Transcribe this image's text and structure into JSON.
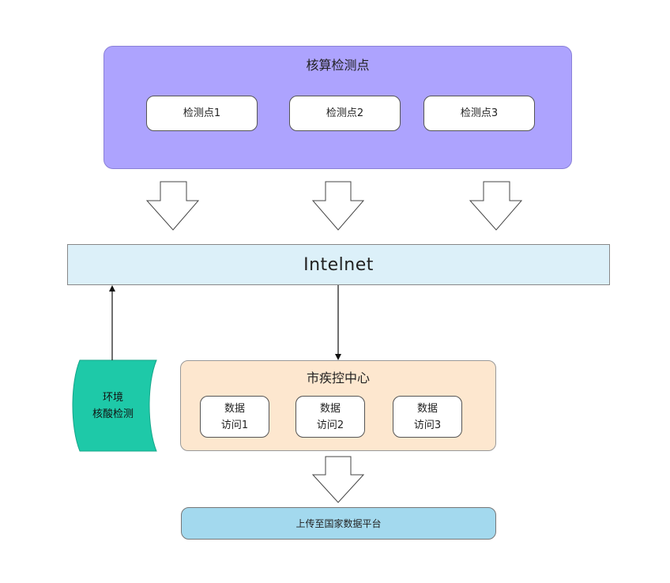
{
  "top_group": {
    "title": "核算检测点",
    "points": [
      {
        "label": "检测点1"
      },
      {
        "label": "检测点2"
      },
      {
        "label": "检测点3"
      }
    ]
  },
  "internet": {
    "label": "Intelnet"
  },
  "environment": {
    "line1": "环境",
    "line2": "核酸检测",
    "color": "#1ec9a8"
  },
  "cdc": {
    "title": "市疾控中心",
    "items": [
      {
        "line1": "数据",
        "line2": "访问1"
      },
      {
        "line1": "数据",
        "line2": "访问2"
      },
      {
        "line1": "数据",
        "line2": "访问3"
      }
    ]
  },
  "upload": {
    "label": "上传至国家数据平台"
  },
  "colors": {
    "top_group_fill": "#ada3fe",
    "internet_fill": "#dcf0f9",
    "cdc_fill": "#fde7cf",
    "upload_fill": "#a3d9ee"
  }
}
